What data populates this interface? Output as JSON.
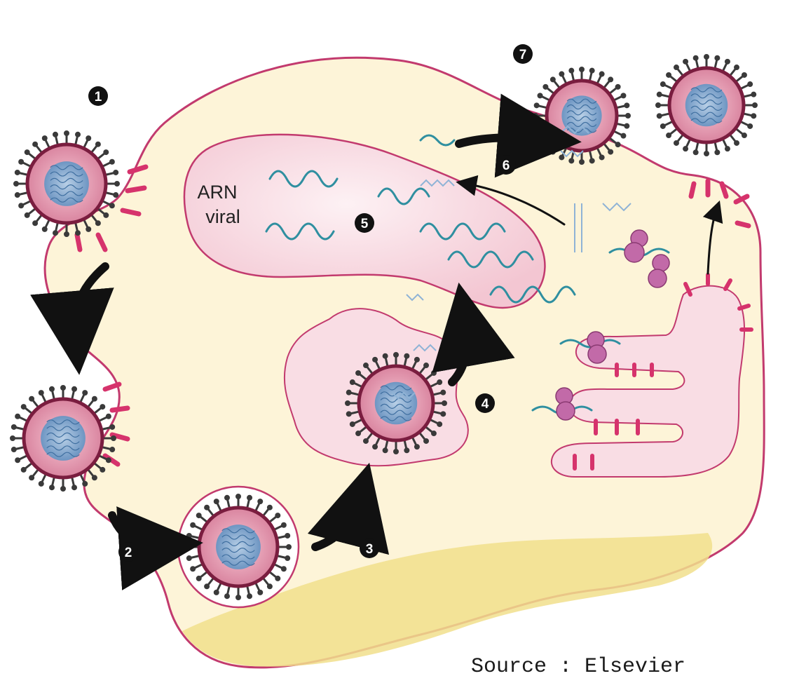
{
  "labels": {
    "rna_line1": "ARN",
    "rna_line2": "viral",
    "source": "Source : Elsevier"
  },
  "steps": [
    "1",
    "2",
    "3",
    "4",
    "5",
    "6",
    "7"
  ],
  "colors": {
    "cell_fill": "#fdf4d8",
    "cell_outline": "#c23a6e",
    "organelle_fill": "#f8d8df",
    "virus_core": "#8fb3d6",
    "virus_envelope": "#e7a2ba",
    "spike": "#3a3a3a",
    "receptor": "#d6336c",
    "rna": "#2f8fa0",
    "ribosome": "#c26aa8",
    "yellow_base": "#f1df8c"
  }
}
